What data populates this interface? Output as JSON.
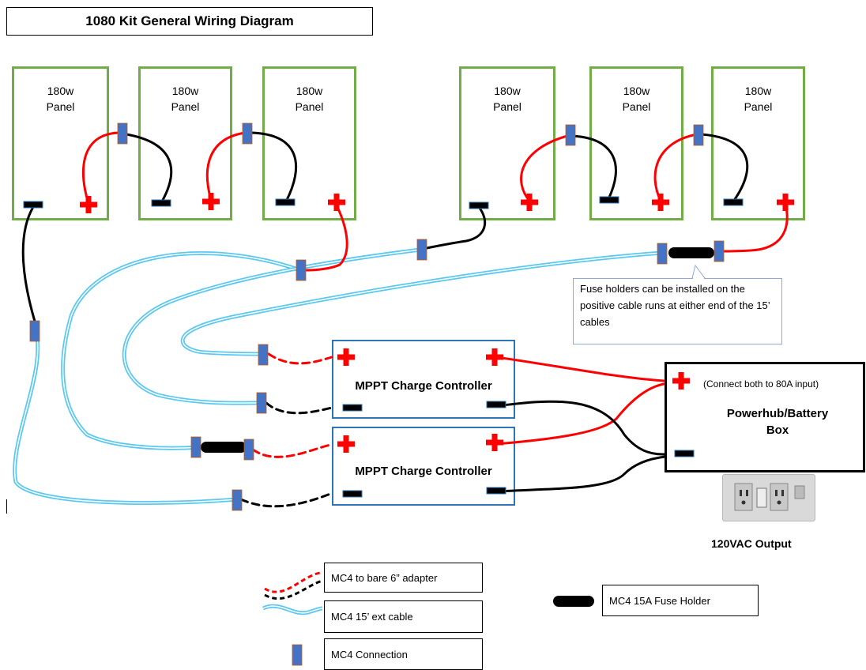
{
  "title": "1080 Kit General Wiring Diagram",
  "panels": [
    {
      "watt": "180w",
      "label": "Panel"
    },
    {
      "watt": "180w",
      "label": "Panel"
    },
    {
      "watt": "180w",
      "label": "Panel"
    },
    {
      "watt": "180w",
      "label": "Panel"
    },
    {
      "watt": "180w",
      "label": "Panel"
    },
    {
      "watt": "180w",
      "label": "Panel"
    }
  ],
  "controllers": [
    {
      "label": "MPPT Charge Controller"
    },
    {
      "label": "MPPT Charge Controller"
    }
  ],
  "powerhub": {
    "note": "(Connect both to 80A input)",
    "line1": "Powerhub/Battery",
    "line2": "Box"
  },
  "callout": "Fuse holders can be installed on the positive cable runs at either end of the 15’ cables",
  "output_label": "120VAC Output",
  "legend": {
    "adapter": "MC4 to bare 6” adapter",
    "ext_cable": "MC4 15’ ext cable",
    "connection": "MC4 Connection",
    "fuse_holder": "MC4 15A Fuse Holder"
  },
  "colors": {
    "panel_border": "#70ad47",
    "controller_border": "#2e75b6",
    "positive_wire": "#ff0000",
    "negative_wire": "#000000",
    "ext_cable": "#5bc8f0",
    "mc4_connector": "#4472c4"
  }
}
